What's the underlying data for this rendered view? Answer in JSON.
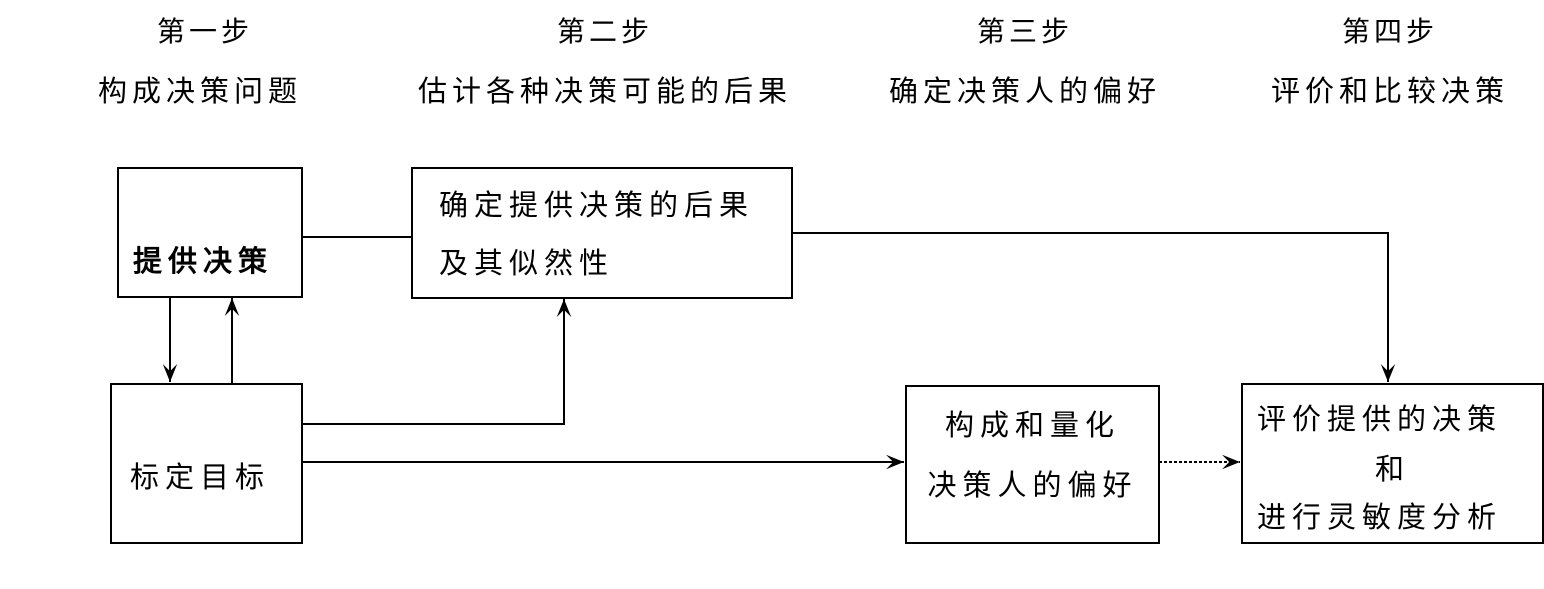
{
  "steps": [
    {
      "number": "第一步",
      "title": "构成决策问题"
    },
    {
      "number": "第二步",
      "title": "估计各种决策可能的后果"
    },
    {
      "number": "第三步",
      "title": "确定决策人的偏好"
    },
    {
      "number": "第四步",
      "title": "评价和比较决策"
    }
  ],
  "boxes": {
    "provide_decision": {
      "label": "提供决策"
    },
    "consequences": {
      "line1": "确定提供决策的后果",
      "line2": "及其似然性"
    },
    "calibrate_goals": {
      "label": "标定目标"
    },
    "preferences": {
      "line1": "构成和量化",
      "line2": "决策人的偏好"
    },
    "evaluate": {
      "line1": "评价提供的决策",
      "line2": "和",
      "line3": "进行灵敏度分析"
    }
  },
  "colors": {
    "line": "#000000",
    "background": "#ffffff"
  }
}
